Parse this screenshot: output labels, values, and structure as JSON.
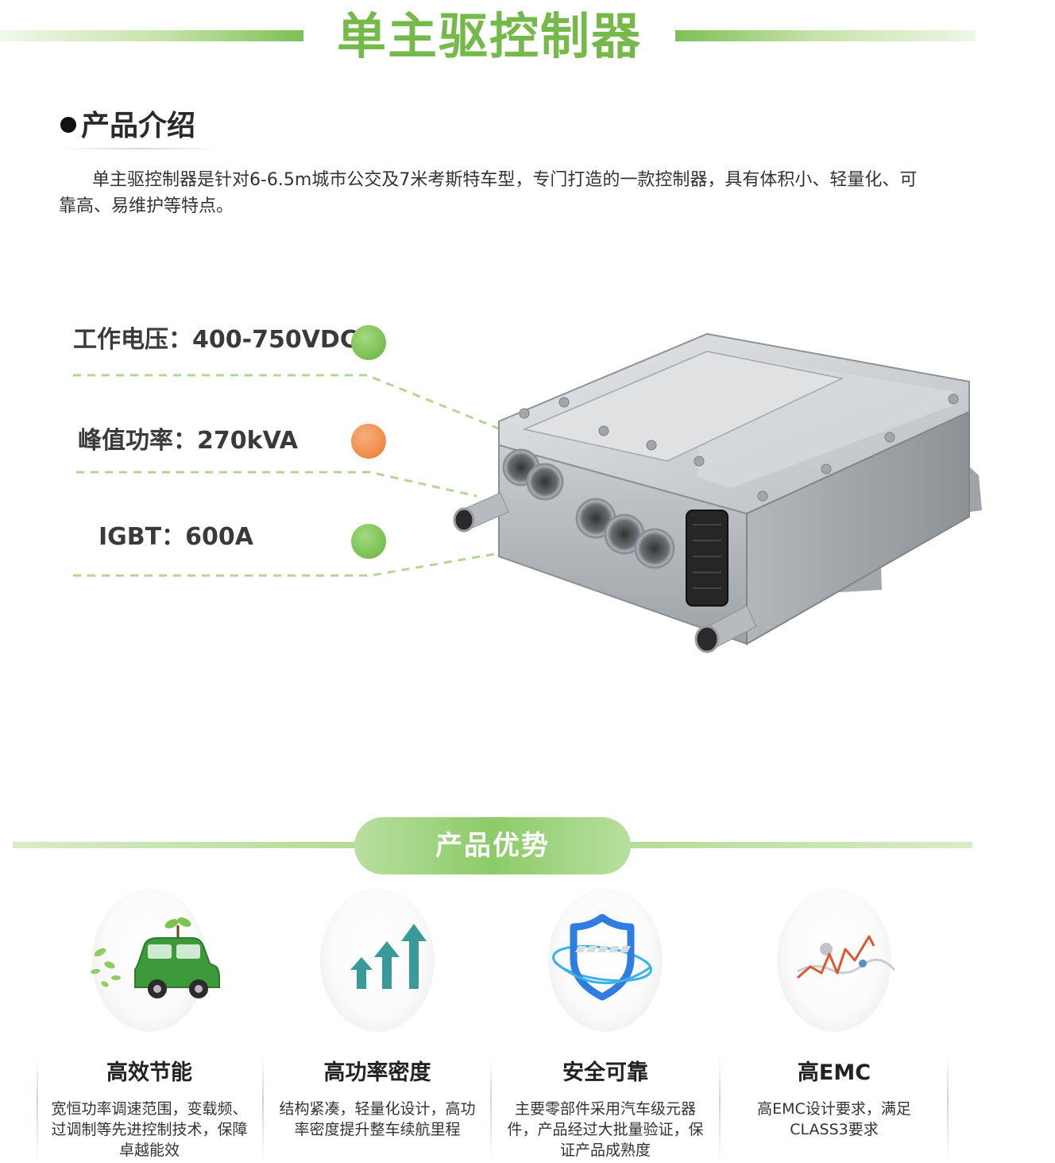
{
  "header": {
    "title": "单主驱控制器"
  },
  "intro": {
    "section_title": "产品介绍",
    "text": "单主驱控制器是针对6-6.5m城市公交及7米考斯特车型，专门打造的一款控制器，具有体积小、轻量化、可靠高、易维护等特点。"
  },
  "specs": [
    {
      "label": "工作电压：400-750VDC",
      "color": "#7dc257"
    },
    {
      "label": "峰值功率：270kVA",
      "color": "#ef8f4f"
    },
    {
      "label": "IGBT：600A",
      "color": "#7dc257"
    }
  ],
  "advantages": {
    "section_title": "产品优势",
    "items": [
      {
        "icon": "eco-car-icon",
        "title": "高效节能",
        "desc": "宽恒功率调速范围，变载频、过调制等先进控制技术，保障卓越能效"
      },
      {
        "icon": "growth-arrows-icon",
        "title": "高功率密度",
        "desc": "结构紧凑，轻量化设计，高功率密度提升整车续航里程"
      },
      {
        "icon": "shield-icon",
        "title": "安全可靠",
        "desc": "主要零部件采用汽车级元器件，产品经过大批量验证，保证产品成熟度"
      },
      {
        "icon": "emc-wave-icon",
        "title": "高EMC",
        "desc": "高EMC设计要求，满足CLASS3要求"
      }
    ]
  },
  "colors": {
    "brand_green": "#74b94a",
    "accent_orange": "#ef8f4f",
    "icon_blue": "#2f7de1",
    "icon_teal": "#3a9a9a"
  }
}
